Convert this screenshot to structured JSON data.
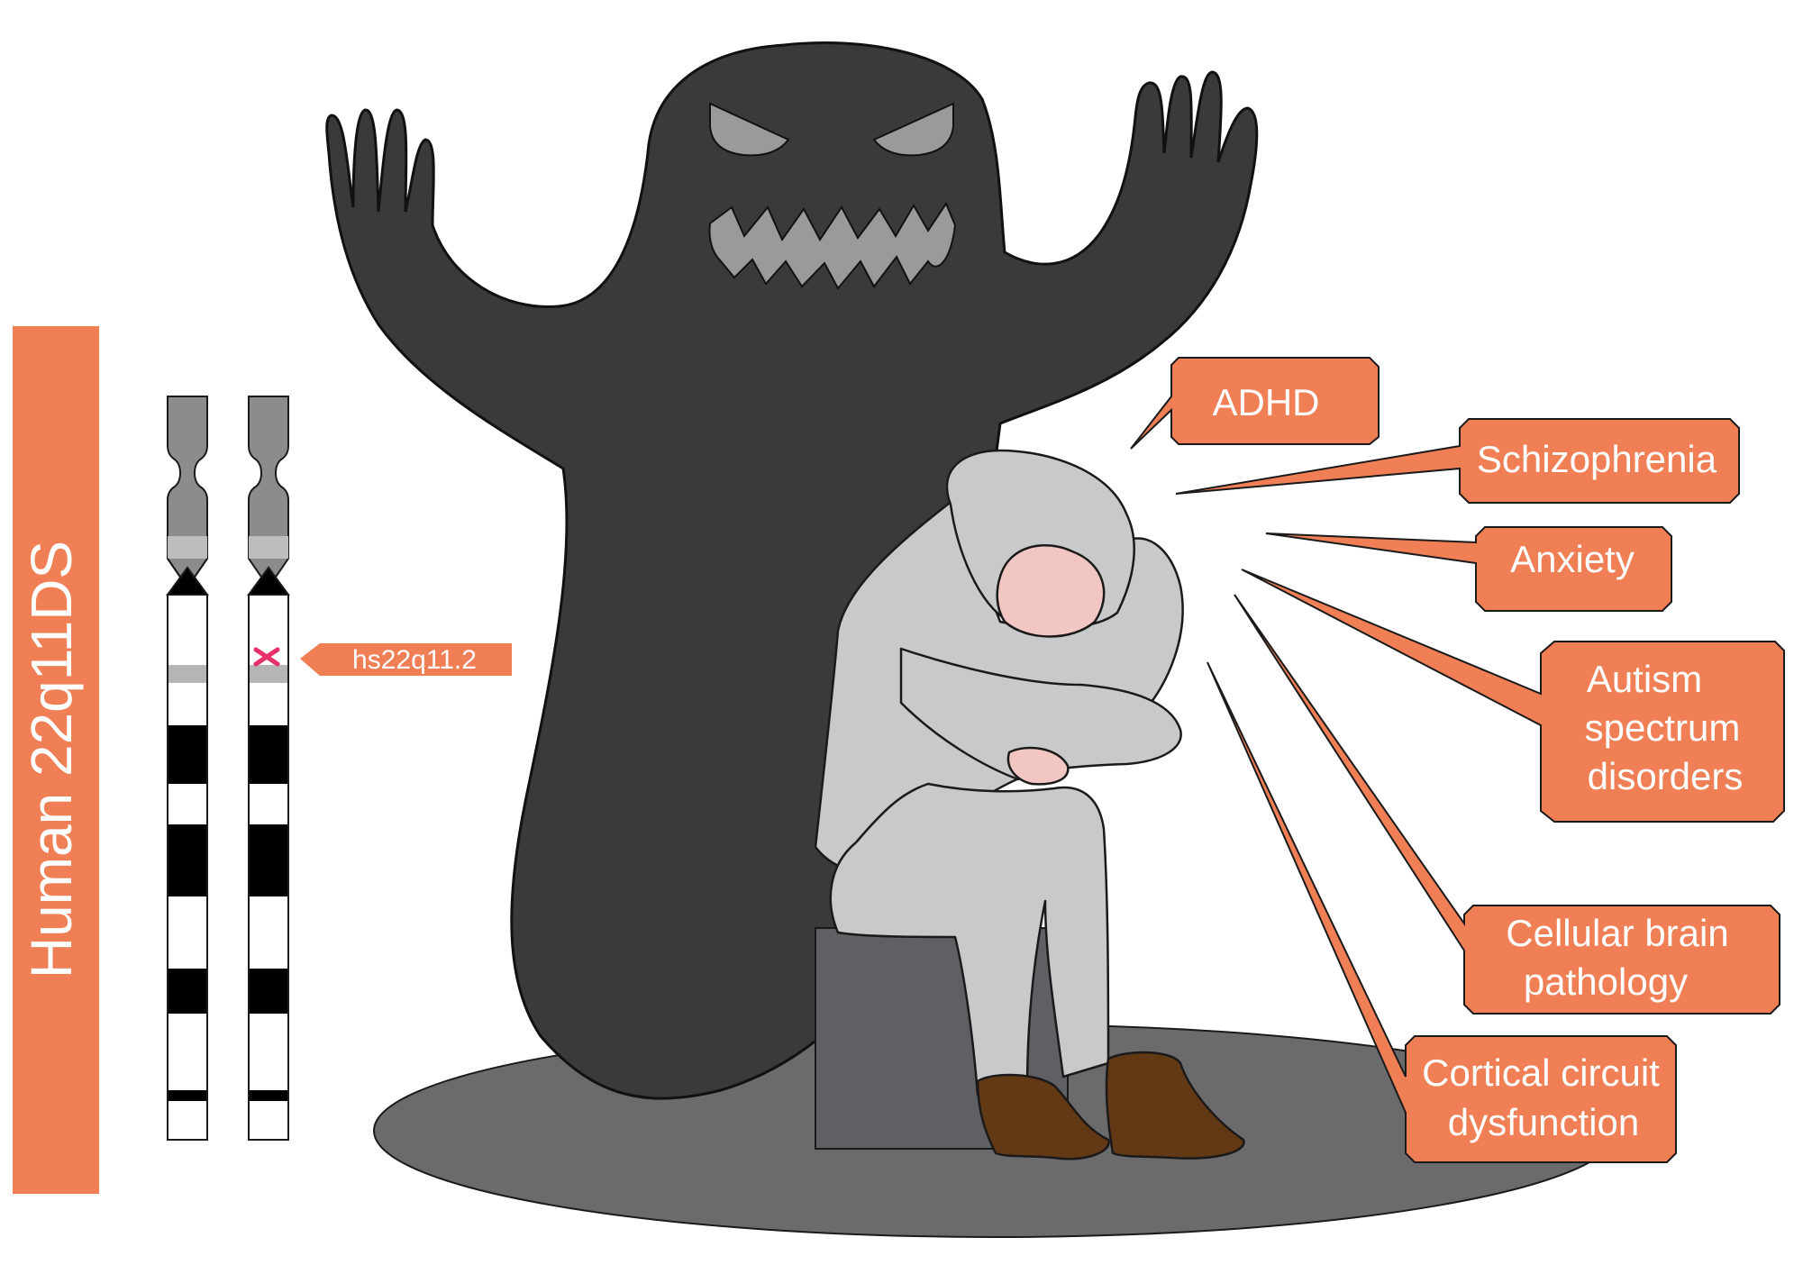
{
  "side_banner": {
    "text": "Human 22q11DS",
    "color": "#f07f56"
  },
  "locus_tag": {
    "text": "hs22q11.2",
    "color": "#f07f56"
  },
  "callouts": [
    {
      "id": "adhd",
      "lines": [
        "ADHD"
      ]
    },
    {
      "id": "schizophrenia",
      "lines": [
        "Schizophrenia"
      ]
    },
    {
      "id": "anxiety",
      "lines": [
        "Anxiety"
      ]
    },
    {
      "id": "autism",
      "lines": [
        "Autism",
        "spectrum",
        "disorders"
      ]
    },
    {
      "id": "cellular",
      "lines": [
        "Cellular brain",
        "pathology"
      ]
    },
    {
      "id": "cortical",
      "lines": [
        "Cortical circuit",
        "dysfunction"
      ]
    }
  ],
  "colors": {
    "callout_fill": "#f07f56",
    "callout_stroke": "#1a1a1a",
    "ghost": "#3a3a3a",
    "ghost_features": "#9a9a9a",
    "floor_shadow": "#6b6b6d",
    "hoodie": "#c8c9cb",
    "face": "#f2c6c2",
    "shoes": "#633814",
    "box": "#5f6063",
    "deletion_mark": "#e8306a"
  },
  "icons": {
    "ghost": "shadow-monster",
    "person": "hooded-person-sitting",
    "chromosome": "chromosome-ideogram"
  }
}
